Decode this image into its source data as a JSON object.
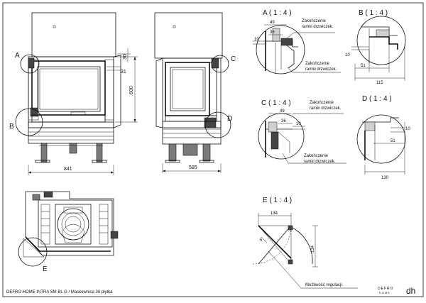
{
  "front_view": {
    "dim_width": "841",
    "dim_height": "600",
    "dim_30": "30",
    "dim_31": "31",
    "label_a": "A",
    "label_b": "B"
  },
  "side_view": {
    "dim_width": "585",
    "label_c": "C",
    "label_d": "D"
  },
  "top_view": {
    "label_e": "E"
  },
  "detail_a": {
    "title": "A ( 1 : 4 )",
    "dim_49": "49",
    "dim_36": "36",
    "dim_10": "10",
    "note_top": "Zakończenie\nramki drzwiczek.",
    "note_bottom": "Zakończenie\nramki drzwiczek."
  },
  "detail_b": {
    "title": "B ( 1 : 4 )",
    "dim_10": "10",
    "dim_51": "51",
    "dim_115": "115"
  },
  "detail_c": {
    "title": "C ( 1 : 4 )",
    "dim_49": "49",
    "dim_36": "36",
    "dim_10": "10",
    "note_top": "Zakończenie\nramki drzwiczek.",
    "note_bottom": "Zakończenie\nramki drzwiczek."
  },
  "detail_d": {
    "title": "D ( 1 : 4 )",
    "dim_10": "10",
    "dim_51": "51",
    "dim_130": "130"
  },
  "detail_e": {
    "title": "E ( 1 : 4 )",
    "dim_134_h": "134",
    "dim_134_v": "134",
    "dim_5": "5",
    "note": "Możliwość regulacji."
  },
  "footer": {
    "caption": "DEFRO HOME INTRA SM BL G / Maskownica 30 płytka",
    "logo_text": "DEFRO",
    "logo_sub": "HOME",
    "logo_mark": "dh"
  }
}
